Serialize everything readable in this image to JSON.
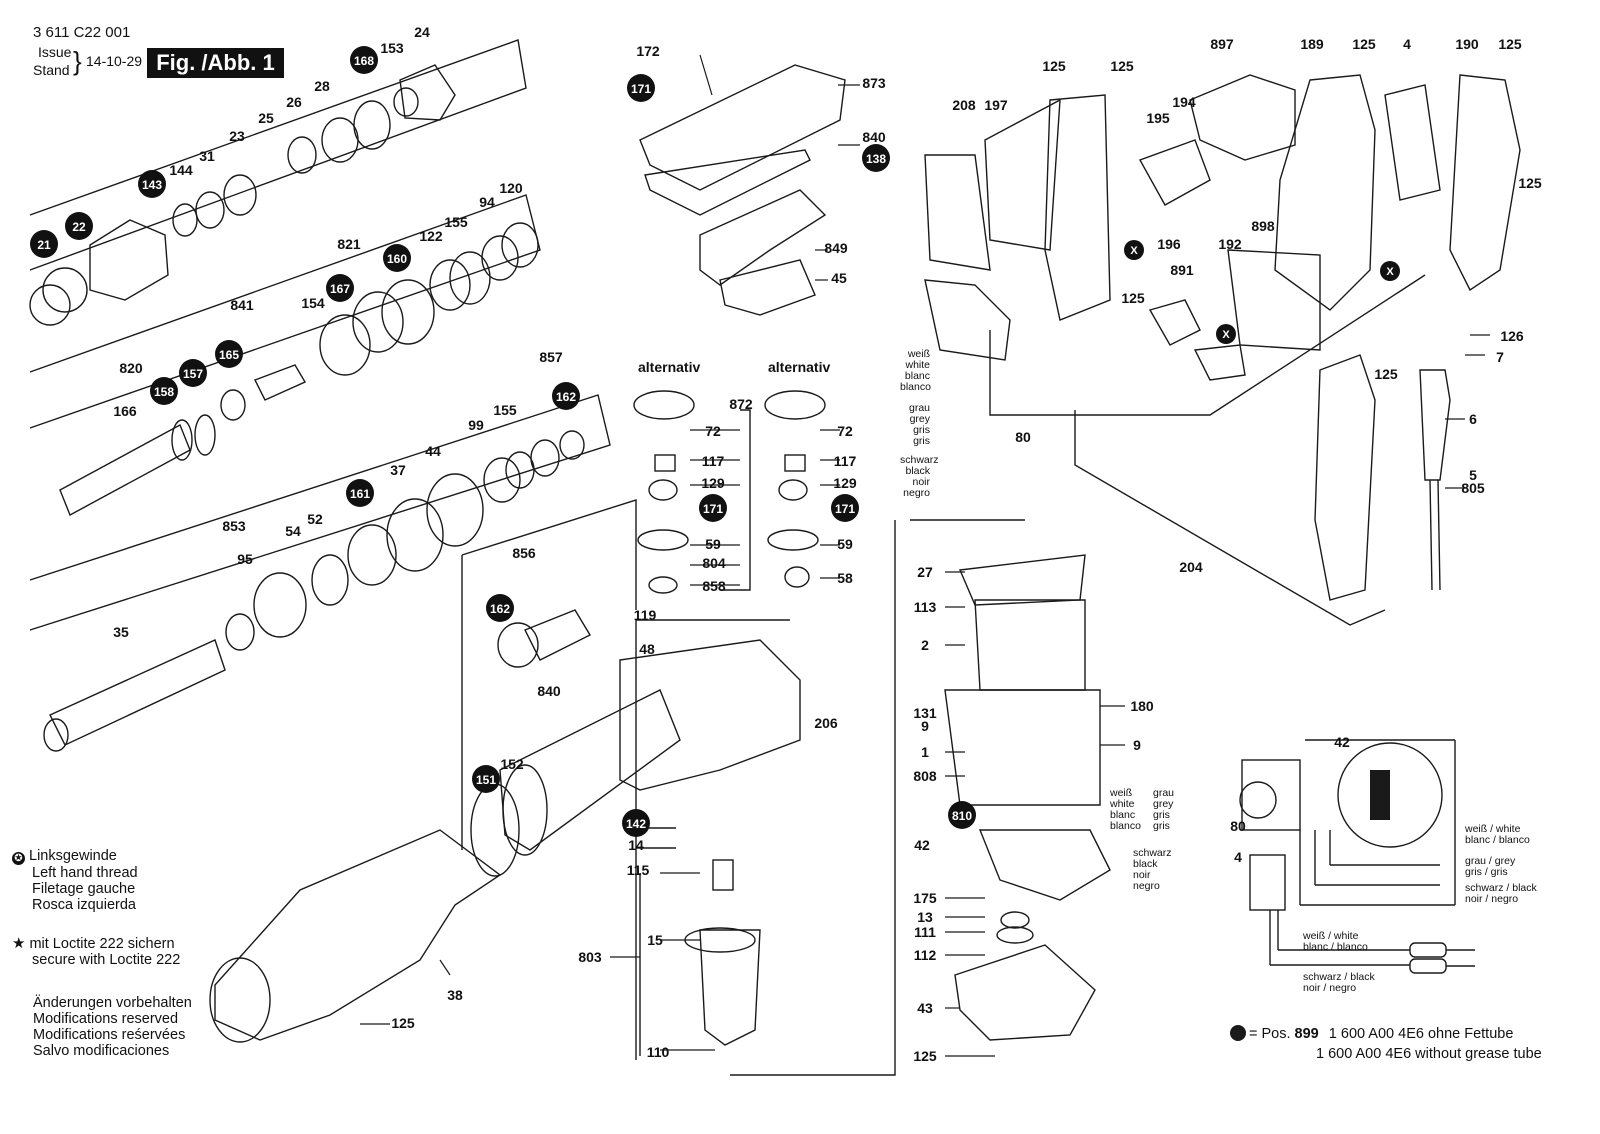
{
  "header": {
    "doc_number": "3 611 C22 001",
    "issue_label": "Issue",
    "stand_label": "Stand",
    "date": "14-10-29",
    "figure_label": "Fig. /Abb. 1"
  },
  "legend": {
    "left_hand_thread": [
      "Linksgewinde",
      "Left hand thread",
      "Filetage gauche",
      "Rosca izquierda"
    ],
    "loctite": [
      "mit Loctite 222 sichern",
      "secure with Loctite 222"
    ],
    "modifications": [
      "Änderungen vorbehalten",
      "Modifications reserved",
      "Modifications reśervées",
      "Salvo modificaciones"
    ]
  },
  "footnote": {
    "prefix": "= Pos.",
    "pos": "899",
    "line1": "1 600 A00 4E6 ohne Fettube",
    "line2": "1 600 A00 4E6 without grease tube"
  },
  "variants": {
    "alt1": "alternativ",
    "alt2": "alternativ"
  },
  "wires": {
    "left_white": [
      "weiß",
      "white",
      "blanc",
      "blanco"
    ],
    "left_grey": [
      "grau",
      "grey",
      "gris",
      "gris"
    ],
    "left_black": [
      "schwarz",
      "black",
      "noir",
      "negro"
    ],
    "mid_white": [
      "weiß",
      "white",
      "blanc",
      "blanco"
    ],
    "mid_grey": [
      "grau",
      "grey",
      "gris",
      "gris"
    ],
    "mid_black": [
      "schwarz",
      "black",
      "noir",
      "negro"
    ],
    "sch_white": [
      "weiß / white",
      "blanc / blanco"
    ],
    "sch_grey": [
      "grau / grey",
      "gris / gris"
    ],
    "sch_black": [
      "schwarz / black",
      "noir / negro"
    ],
    "sch_white2": [
      "weiß / white",
      "blanc / blanco"
    ],
    "sch_black2": [
      "schwarz / black",
      "noir / negro"
    ]
  },
  "callouts": [
    {
      "t": "24",
      "p": "a"
    },
    {
      "t": "153",
      "p": "b"
    },
    {
      "t": "168",
      "p": "c",
      "k": "dot"
    },
    {
      "t": "28",
      "p": "d"
    },
    {
      "t": "26",
      "p": "e"
    },
    {
      "t": "25",
      "p": "f"
    },
    {
      "t": "23",
      "p": "g"
    },
    {
      "t": "31",
      "p": "h"
    },
    {
      "t": "144",
      "p": "i"
    },
    {
      "t": "143",
      "p": "j",
      "k": "dot"
    },
    {
      "t": "22",
      "p": "k",
      "k": "dot"
    },
    {
      "t": "21",
      "p": "l",
      "k": "dot"
    },
    {
      "t": "821",
      "p": "m"
    },
    {
      "t": "160",
      "p": "n",
      "k": "dot"
    },
    {
      "t": "122",
      "p": "o"
    },
    {
      "t": "155",
      "p": "p"
    },
    {
      "t": "94",
      "p": "q"
    },
    {
      "t": "120",
      "p": "r"
    },
    {
      "t": "167",
      "p": "s",
      "k": "dot"
    },
    {
      "t": "154",
      "p": "t"
    },
    {
      "t": "841",
      "p": "u"
    },
    {
      "t": "165",
      "p": "v",
      "k": "dot"
    },
    {
      "t": "157",
      "p": "w",
      "k": "dot"
    },
    {
      "t": "158",
      "p": "x",
      "k": "dot"
    },
    {
      "t": "820",
      "p": "y"
    },
    {
      "t": "166",
      "p": "z"
    },
    {
      "t": "857",
      "p": "aa"
    },
    {
      "t": "162",
      "p": "ab",
      "k": "dot"
    },
    {
      "t": "155",
      "p": "ac"
    },
    {
      "t": "99",
      "p": "ad"
    },
    {
      "t": "44",
      "p": "ae"
    },
    {
      "t": "37",
      "p": "af"
    },
    {
      "t": "161",
      "p": "ag",
      "k": "dot"
    },
    {
      "t": "853",
      "p": "ah"
    },
    {
      "t": "95",
      "p": "ai"
    },
    {
      "t": "54",
      "p": "aj"
    },
    {
      "t": "52",
      "p": "ak"
    },
    {
      "t": "35",
      "p": "al"
    },
    {
      "t": "856",
      "p": "am"
    },
    {
      "t": "162",
      "p": "an",
      "k": "dot"
    },
    {
      "t": "840",
      "p": "ao"
    },
    {
      "t": "151",
      "p": "ap",
      "k": "dot"
    },
    {
      "t": "152",
      "p": "aq"
    },
    {
      "t": "38",
      "p": "ar"
    },
    {
      "t": "125",
      "p": "as"
    },
    {
      "t": "172",
      "p": "at"
    },
    {
      "t": "171",
      "p": "au",
      "k": "dot"
    },
    {
      "t": "873",
      "p": "av"
    },
    {
      "t": "840",
      "p": "aw"
    },
    {
      "t": "138",
      "p": "ax",
      "k": "dot"
    },
    {
      "t": "849",
      "p": "ay"
    },
    {
      "t": "45",
      "p": "az"
    },
    {
      "t": "872",
      "p": "ba"
    },
    {
      "t": "72",
      "p": "bb"
    },
    {
      "t": "117",
      "p": "bc"
    },
    {
      "t": "129",
      "p": "bd"
    },
    {
      "t": "171",
      "p": "be",
      "k": "dot"
    },
    {
      "t": "59",
      "p": "bf"
    },
    {
      "t": "804",
      "p": "bg"
    },
    {
      "t": "858",
      "p": "bh"
    },
    {
      "t": "72",
      "p": "bi"
    },
    {
      "t": "117",
      "p": "bj"
    },
    {
      "t": "129",
      "p": "bk"
    },
    {
      "t": "171",
      "p": "bl",
      "k": "dot"
    },
    {
      "t": "59",
      "p": "bm"
    },
    {
      "t": "58",
      "p": "bn"
    },
    {
      "t": "119",
      "p": "bo"
    },
    {
      "t": "48",
      "p": "bp"
    },
    {
      "t": "206",
      "p": "bq"
    },
    {
      "t": "142",
      "p": "br",
      "k": "dot"
    },
    {
      "t": "14",
      "p": "bs"
    },
    {
      "t": "115",
      "p": "bt"
    },
    {
      "t": "15",
      "p": "bu"
    },
    {
      "t": "803",
      "p": "bv"
    },
    {
      "t": "110",
      "p": "bw"
    },
    {
      "t": "125",
      "p": "bx"
    },
    {
      "t": "125",
      "p": "by"
    },
    {
      "t": "208",
      "p": "bz"
    },
    {
      "t": "197",
      "p": "ca"
    },
    {
      "t": "897",
      "p": "cb"
    },
    {
      "t": "194",
      "p": "cc"
    },
    {
      "t": "195",
      "p": "cd"
    },
    {
      "t": "196",
      "p": "ce"
    },
    {
      "t": "192",
      "p": "cf"
    },
    {
      "t": "898",
      "p": "cg"
    },
    {
      "t": "891",
      "p": "ch"
    },
    {
      "t": "125",
      "p": "ci"
    },
    {
      "t": "189",
      "p": "cj"
    },
    {
      "t": "125",
      "p": "ck"
    },
    {
      "t": "4",
      "p": "cl"
    },
    {
      "t": "190",
      "p": "cm"
    },
    {
      "t": "125",
      "p": "cn"
    },
    {
      "t": "125",
      "p": "co"
    },
    {
      "t": "126",
      "p": "cp"
    },
    {
      "t": "7",
      "p": "cq"
    },
    {
      "t": "125",
      "p": "cr"
    },
    {
      "t": "6",
      "p": "cs"
    },
    {
      "t": "5",
      "p": "ct"
    },
    {
      "t": "805",
      "p": "cu"
    },
    {
      "t": "80",
      "p": "cv"
    },
    {
      "t": "204",
      "p": "cw"
    },
    {
      "t": "27",
      "p": "cx"
    },
    {
      "t": "113",
      "p": "cy"
    },
    {
      "t": "2",
      "p": "cz"
    },
    {
      "t": "131",
      "p": "da"
    },
    {
      "t": "9",
      "p": "db"
    },
    {
      "t": "1",
      "p": "dc"
    },
    {
      "t": "808",
      "p": "dd"
    },
    {
      "t": "180",
      "p": "de"
    },
    {
      "t": "9",
      "p": "df"
    },
    {
      "t": "810",
      "p": "dg",
      "k": "dot"
    },
    {
      "t": "42",
      "p": "dh"
    },
    {
      "t": "175",
      "p": "di"
    },
    {
      "t": "13",
      "p": "dj"
    },
    {
      "t": "111",
      "p": "dk"
    },
    {
      "t": "112",
      "p": "dl"
    },
    {
      "t": "43",
      "p": "dm"
    },
    {
      "t": "125",
      "p": "dn"
    },
    {
      "t": "42",
      "p": "do"
    },
    {
      "t": "80",
      "p": "dp"
    },
    {
      "t": "4",
      "p": "dq"
    }
  ],
  "marks": [
    {
      "t": "X",
      "p": "x1"
    },
    {
      "t": "X",
      "p": "x2"
    },
    {
      "t": "X",
      "p": "x3"
    }
  ]
}
